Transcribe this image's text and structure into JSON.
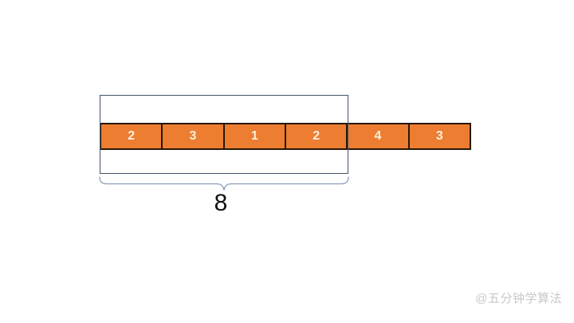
{
  "diagram": {
    "cells": [
      "2",
      "3",
      "1",
      "2",
      "4",
      "3"
    ],
    "window": {
      "covered_cell_count": 4
    },
    "sum_label": "8",
    "watermark": "@五分钟学算法",
    "colors": {
      "cell_fill": "#ED7D31",
      "cell_border": "#27180A",
      "cell_text": "#F9EFDC",
      "window_stroke": "#44546A",
      "brace_stroke": "#8A9BB8",
      "sum_text": "#111111",
      "watermark_text": "#C8C8C8"
    }
  }
}
